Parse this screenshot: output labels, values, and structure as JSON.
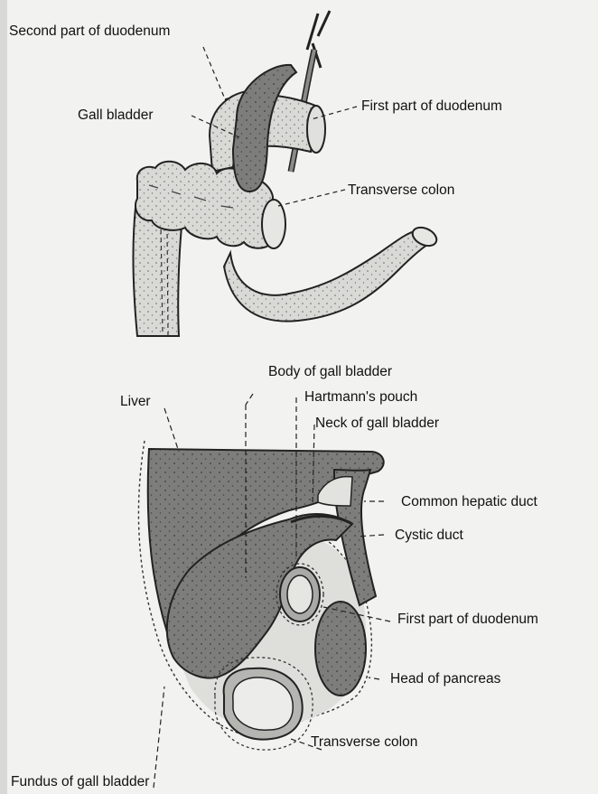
{
  "top": {
    "labels": {
      "second_duodenum": "Second part of duodenum",
      "gall_bladder": "Gall bladder",
      "first_duodenum": "First part of duodenum",
      "transverse_colon": "Transverse colon"
    }
  },
  "bottom": {
    "labels": {
      "body_gall_bladder": "Body of gall bladder",
      "liver": "Liver",
      "hartmanns_pouch": "Hartmann's pouch",
      "neck_gall_bladder": "Neck of gall bladder",
      "common_hepatic_duct": "Common hepatic duct",
      "cystic_duct": "Cystic duct",
      "first_duodenum": "First part of duodenum",
      "head_pancreas": "Head of pancreas",
      "transverse_colon": "Transverse colon",
      "fundus_gall_bladder": "Fundus of gall bladder"
    }
  },
  "colors": {
    "dark_organ": "#7d7d7b",
    "light_organ": "#d6d6d3",
    "outline": "#222222",
    "background": "#f2f2f0"
  }
}
